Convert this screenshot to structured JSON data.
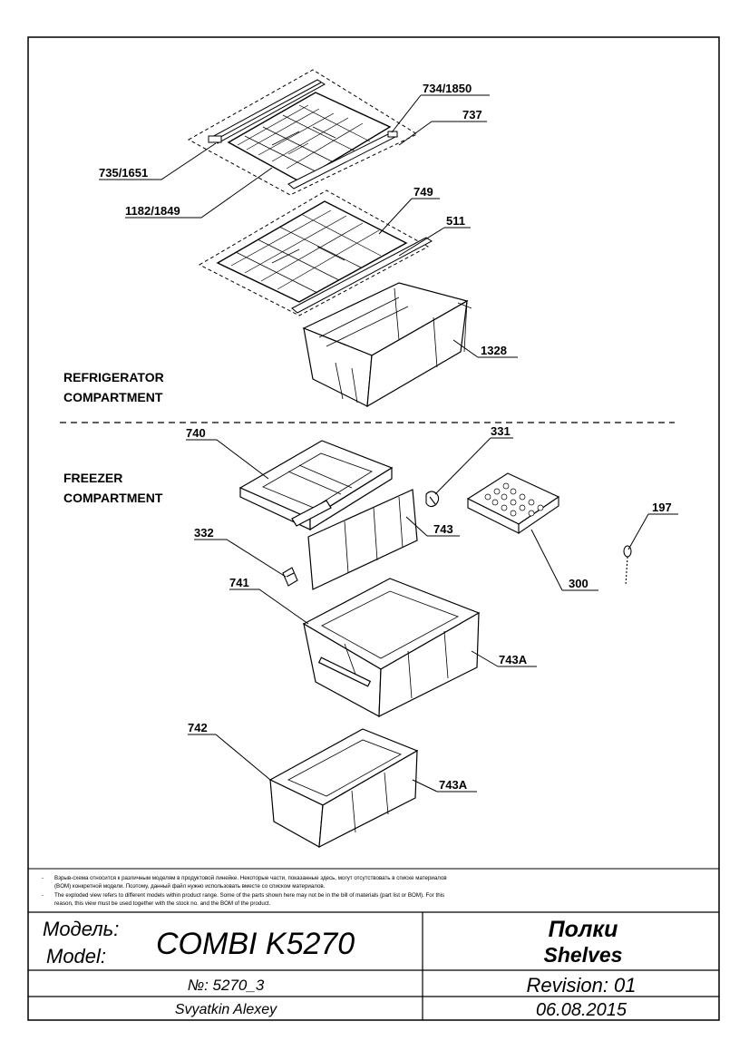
{
  "compartments": {
    "refrigerator": [
      "REFRIGERATOR",
      "COMPARTMENT"
    ],
    "freezer": [
      "FREEZER",
      "COMPARTMENT"
    ]
  },
  "parts": {
    "p734_1850": "734/1850",
    "p737": "737",
    "p735_1651": "735/1651",
    "p1182_1849": "1182/1849",
    "p749": "749",
    "p511": "511",
    "p1328": "1328",
    "p740": "740",
    "p331": "331",
    "p743": "743",
    "p197": "197",
    "p332": "332",
    "p300": "300",
    "p741": "741",
    "p743a_1": "743A",
    "p742": "742",
    "p743a_2": "743A"
  },
  "notes": [
    "Взрыв-схема относится к различным моделям в продуктовой линейке.  Некоторые части, показанные здесь, могут отсутствовать в списке материалов",
    "(BOM) конкретной модели. Поэтому, данный файл нужно использовать вместе со списком материалов.",
    "The exploded view refers to different models within product range. Some of the parts shown here may not be in the bill of materials (part list or BOM). For this",
    "reason, this view must be used together with the stock no. and the BOM of the product."
  ],
  "title_block": {
    "model_label_ru": "Модель:",
    "model_label_en": "Model:",
    "model_value": "COMBI K5270",
    "title_ru": "Полки",
    "title_en": "Shelves",
    "number": "№: 5270_3",
    "revision": "Revision: 01",
    "author": "Svyatkin Alexey",
    "date": "06.08.2015"
  }
}
